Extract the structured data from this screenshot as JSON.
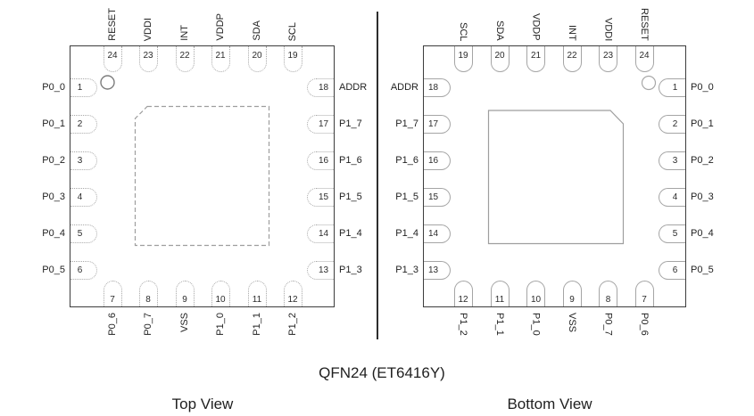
{
  "title": "QFN24 (ET6416Y)",
  "colors": {
    "outline_dark": "#3c3c3c",
    "outline_light": "#a5a5a5",
    "text": "#1f1f1f"
  },
  "views": [
    {
      "id": "top-view",
      "caption": "Top View",
      "pins": {
        "top": [
          {
            "num": "24",
            "label": "RESET"
          },
          {
            "num": "23",
            "label": "VDDI"
          },
          {
            "num": "22",
            "label": "INT"
          },
          {
            "num": "21",
            "label": "VDDP"
          },
          {
            "num": "20",
            "label": "SDA"
          },
          {
            "num": "19",
            "label": "SCL"
          }
        ],
        "left": [
          {
            "num": "1",
            "label": "P0_0"
          },
          {
            "num": "2",
            "label": "P0_1"
          },
          {
            "num": "3",
            "label": "P0_2"
          },
          {
            "num": "4",
            "label": "P0_3"
          },
          {
            "num": "5",
            "label": "P0_4"
          },
          {
            "num": "6",
            "label": "P0_5"
          }
        ],
        "right": [
          {
            "num": "18",
            "label": "ADDR"
          },
          {
            "num": "17",
            "label": "P1_7"
          },
          {
            "num": "16",
            "label": "P1_6"
          },
          {
            "num": "15",
            "label": "P1_5"
          },
          {
            "num": "14",
            "label": "P1_4"
          },
          {
            "num": "13",
            "label": "P1_3"
          }
        ],
        "bottom": [
          {
            "num": "7",
            "label": "P0_6"
          },
          {
            "num": "8",
            "label": "P0_7"
          },
          {
            "num": "9",
            "label": "VSS"
          },
          {
            "num": "10",
            "label": "P1_0"
          },
          {
            "num": "11",
            "label": "P1_1"
          },
          {
            "num": "12",
            "label": "P1_2"
          }
        ]
      }
    },
    {
      "id": "bottom-view",
      "caption": "Bottom View",
      "pins": {
        "top": [
          {
            "num": "19",
            "label": "SCL"
          },
          {
            "num": "20",
            "label": "SDA"
          },
          {
            "num": "21",
            "label": "VDDP"
          },
          {
            "num": "22",
            "label": "INT"
          },
          {
            "num": "23",
            "label": "VDDI"
          },
          {
            "num": "24",
            "label": "RESET"
          }
        ],
        "left": [
          {
            "num": "18",
            "label": "ADDR"
          },
          {
            "num": "17",
            "label": "P1_7"
          },
          {
            "num": "16",
            "label": "P1_6"
          },
          {
            "num": "15",
            "label": "P1_5"
          },
          {
            "num": "14",
            "label": "P1_4"
          },
          {
            "num": "13",
            "label": "P1_3"
          }
        ],
        "right": [
          {
            "num": "1",
            "label": "P0_0"
          },
          {
            "num": "2",
            "label": "P0_1"
          },
          {
            "num": "3",
            "label": "P0_2"
          },
          {
            "num": "4",
            "label": "P0_3"
          },
          {
            "num": "5",
            "label": "P0_4"
          },
          {
            "num": "6",
            "label": "P0_5"
          }
        ],
        "bottom": [
          {
            "num": "12",
            "label": "P1_2"
          },
          {
            "num": "11",
            "label": "P1_1"
          },
          {
            "num": "10",
            "label": "P1_0"
          },
          {
            "num": "9",
            "label": "VSS"
          },
          {
            "num": "8",
            "label": "P0_7"
          },
          {
            "num": "7",
            "label": "P0_6"
          }
        ]
      }
    }
  ]
}
